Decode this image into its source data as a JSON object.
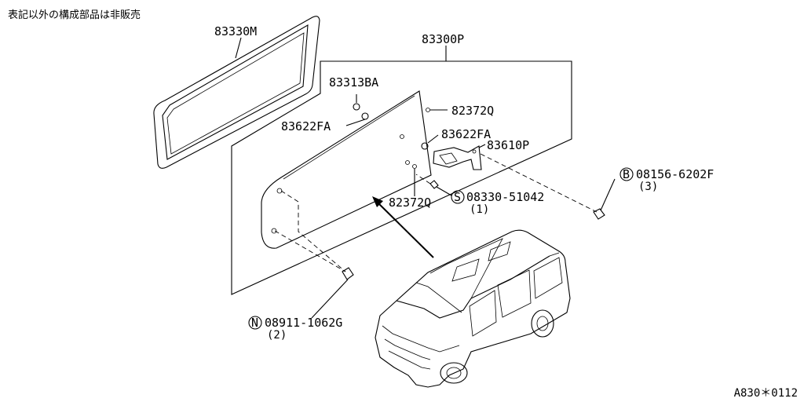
{
  "header_note": "表記以外の構成部品は非販売",
  "reference_code": "A830＊0112",
  "parts": {
    "seal": "83330M",
    "assembly": "83300P",
    "clip_upper": "83313BA",
    "grommet_upper": "83622FA",
    "grommet_lower": "83622FA",
    "stud_upper": "82372Q",
    "stud_lower": "82372Q",
    "bracket": "83610P",
    "bolt_b": {
      "symbol": "B",
      "number": "08156-6202F",
      "qty": "(3)"
    },
    "screw_s": {
      "symbol": "S",
      "number": "08330-51042",
      "qty": "(1)"
    },
    "nut_n": {
      "symbol": "N",
      "number": "08911-1062G",
      "qty": "(2)"
    }
  }
}
